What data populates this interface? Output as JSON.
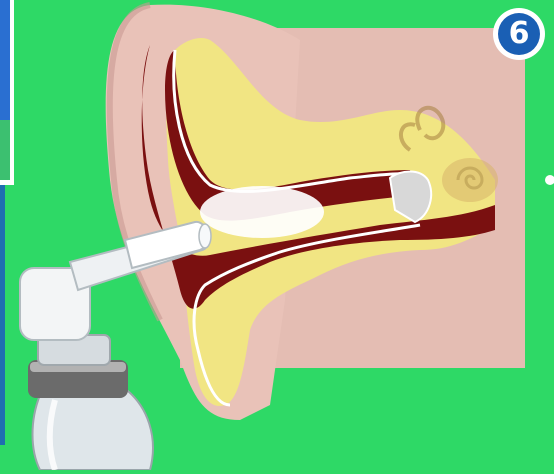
{
  "step_badge": {
    "label": "6"
  },
  "colors": {
    "background": "#2ed966",
    "badge_fill": "#1a5fb4",
    "skin": "#e9c2b8",
    "canal_dark": "#7a1010",
    "canal_light": "#f1e583",
    "panel": "#e4bdb3"
  },
  "icons": [
    "ear-cross-section-illustration",
    "ear-spray-bottle-illustration",
    "cochlea-icon"
  ]
}
